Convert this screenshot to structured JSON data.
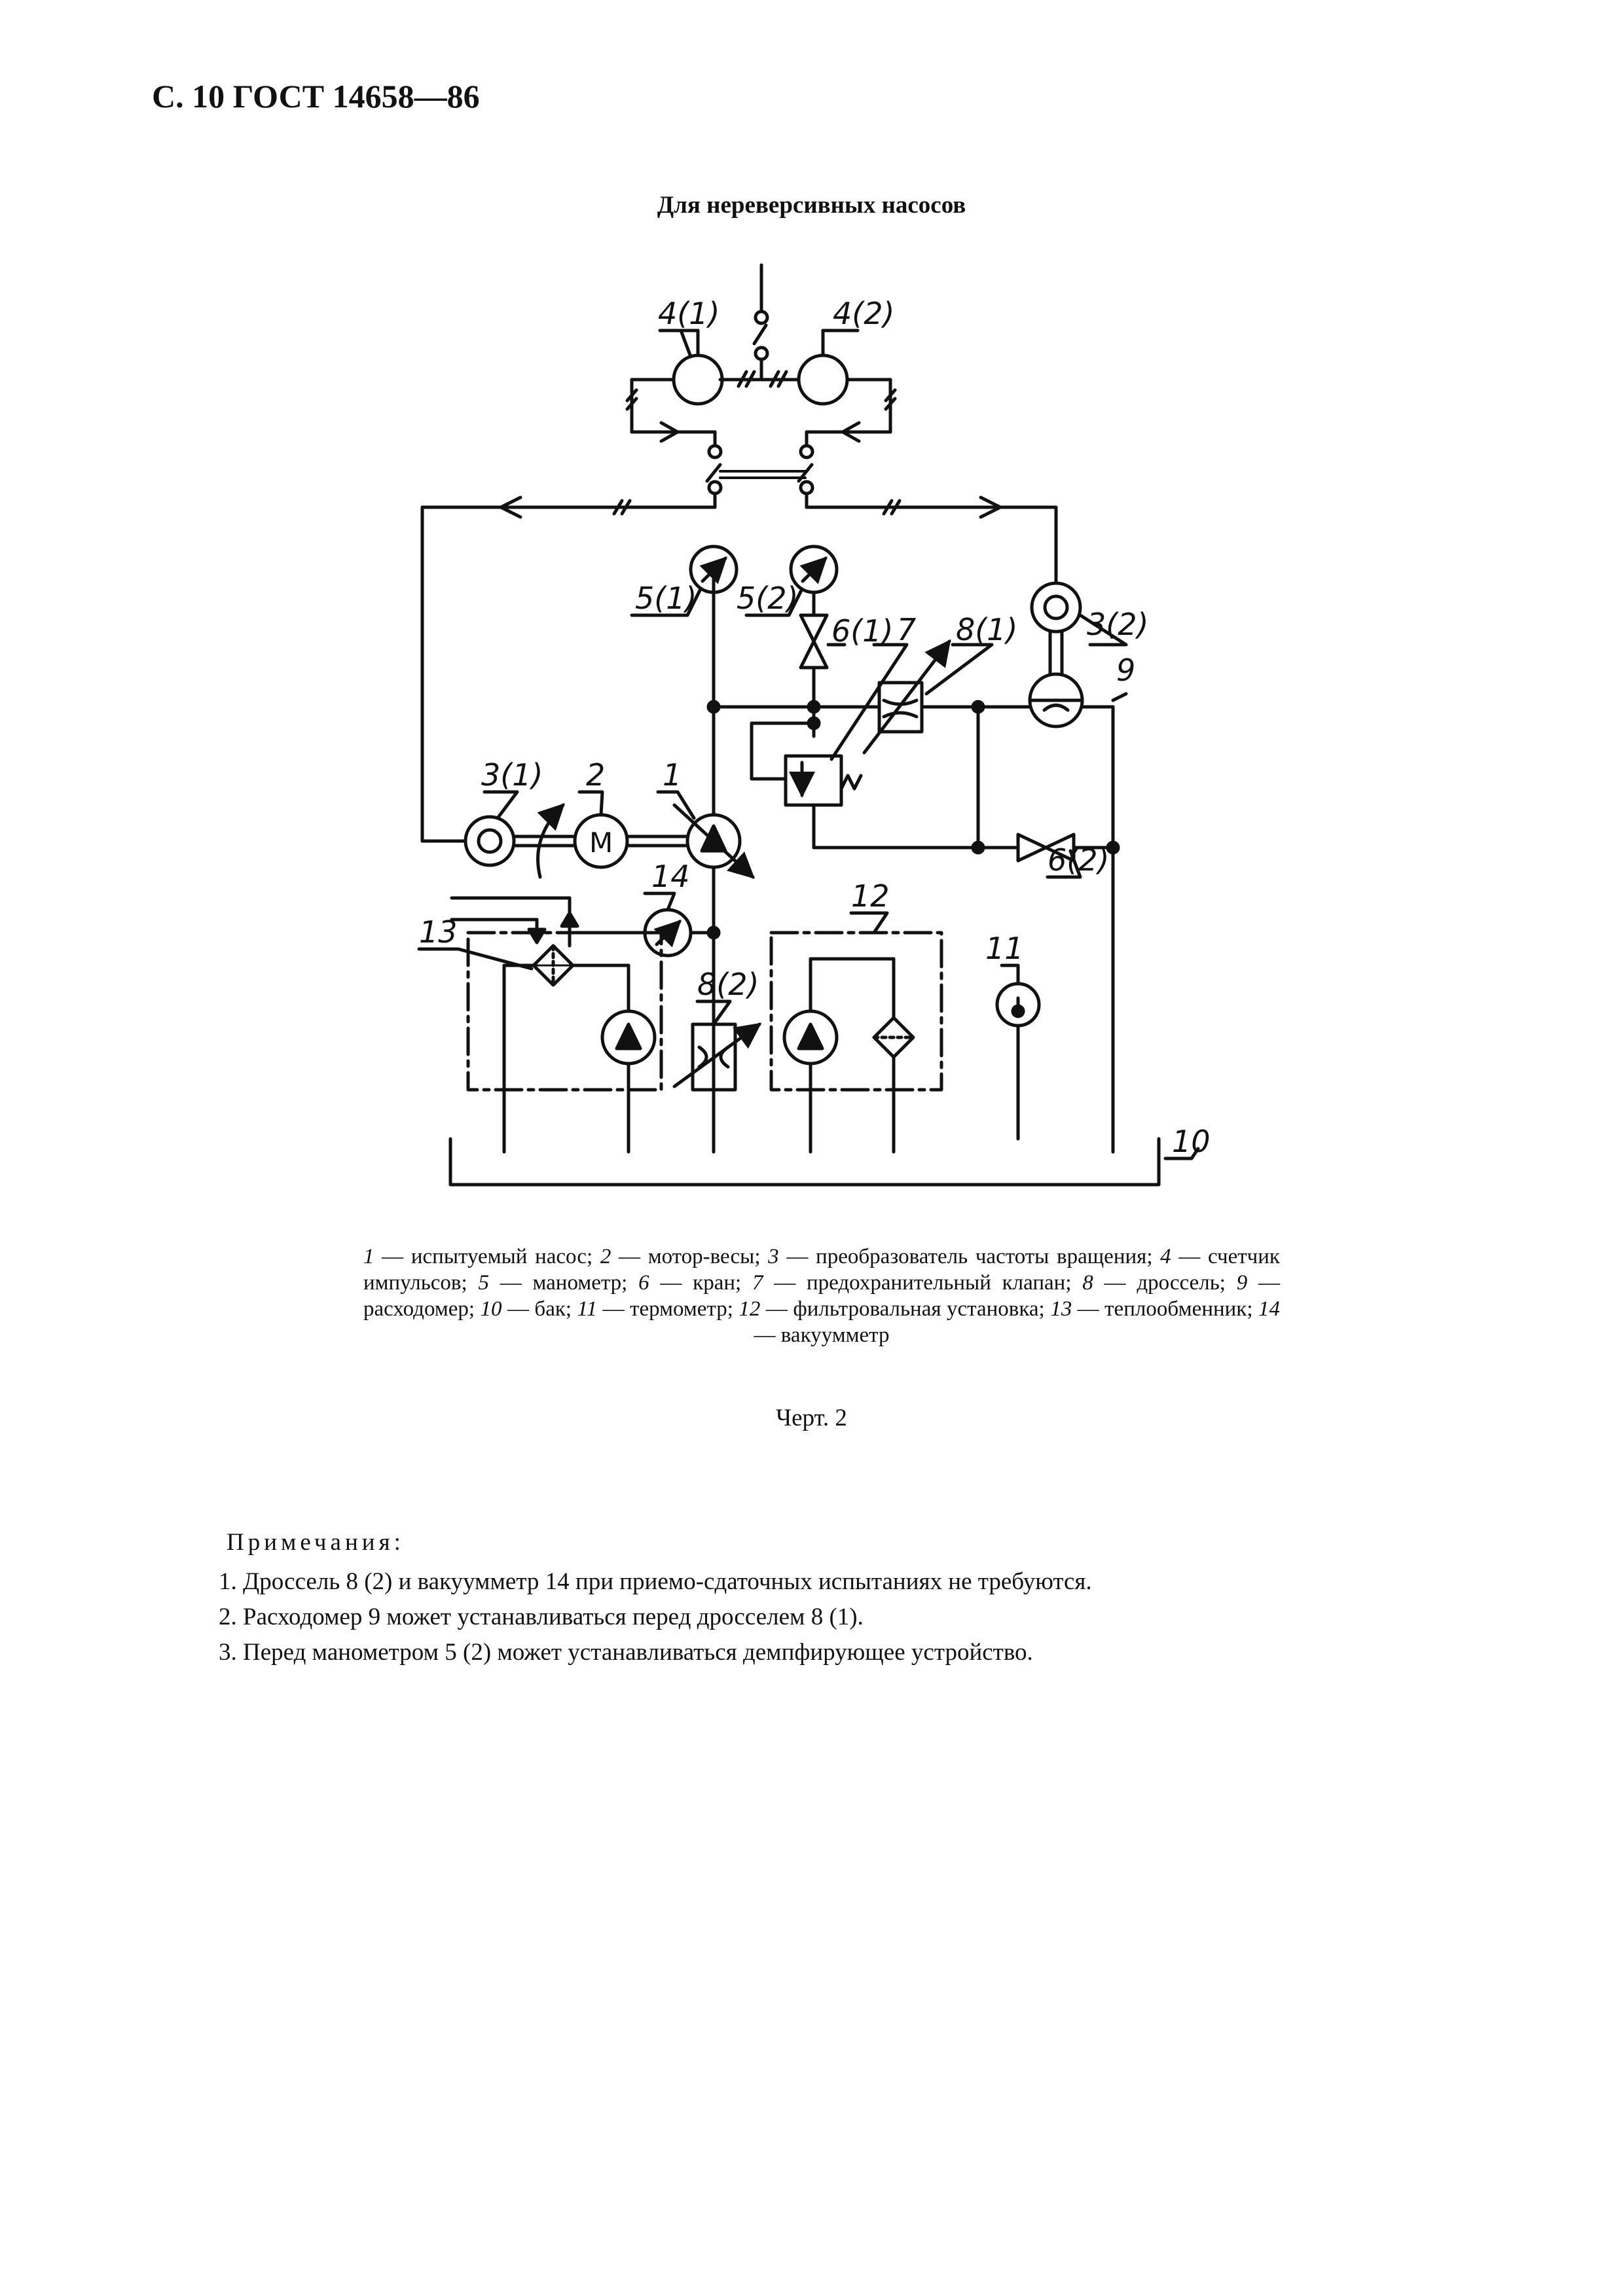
{
  "header": "С. 10 ГОСТ 14658—86",
  "subtitle": "Для нереверсивных насосов",
  "diagram_labels": {
    "l41": "4(1)",
    "l42": "4(2)",
    "l51": "5(1)",
    "l52": "5(2)",
    "l61": "6(1)",
    "l7": "7",
    "l81": "8(1)",
    "l32": "3(2)",
    "l9": "9",
    "l31": "3(1)",
    "l2": "2",
    "l1": "1",
    "l62": "6(2)",
    "l14": "14",
    "l12": "12",
    "l13": "13",
    "l11": "11",
    "l82": "8(2)",
    "l10": "10",
    "motor": "M"
  },
  "legend": [
    {
      "n": "1",
      "t": " — испытуемый насос; "
    },
    {
      "n": "2",
      "t": " — мотор-весы; "
    },
    {
      "n": "3",
      "t": " — преобразователь частоты вращения; "
    },
    {
      "n": "4",
      "t": " — счетчик импульсов; "
    },
    {
      "n": "5",
      "t": " — манометр; "
    },
    {
      "n": "6",
      "t": " — кран; "
    },
    {
      "n": "7",
      "t": " — предохранительный клапан; "
    },
    {
      "n": "8",
      "t": " — дроссель; "
    },
    {
      "n": "9",
      "t": " — расходомер; "
    },
    {
      "n": "10",
      "t": " — бак; "
    },
    {
      "n": "11",
      "t": " — термометр; "
    },
    {
      "n": "12",
      "t": " — фильтровальная установка; "
    },
    {
      "n": "13",
      "t": " — теплообменник; "
    },
    {
      "n": "14",
      "t": " — вакуумметр"
    }
  ],
  "caption": "Черт. 2",
  "notes_title": "Примечания:",
  "notes": [
    "1. Дроссель 8 (2) и вакуумметр 14 при приемо-сдаточных испытаниях не требуются.",
    "2. Расходомер 9 может устанавливаться перед дросселем 8 (1).",
    "3. Перед манометром 5 (2) может устанавливаться демпфирующее устройство."
  ]
}
